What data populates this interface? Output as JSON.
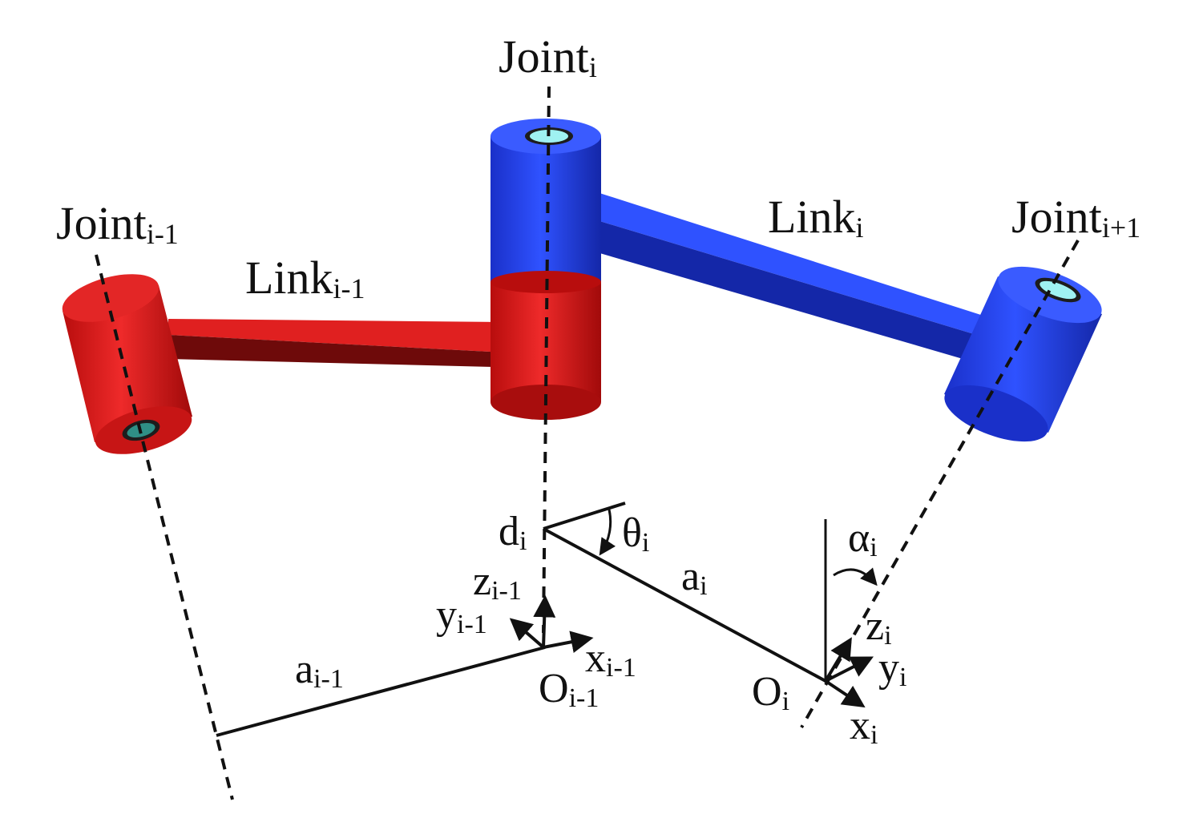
{
  "labels": {
    "joint_i": {
      "base": "Joint",
      "sub": "i"
    },
    "joint_im1": {
      "base": "Joint",
      "sub": "i-1"
    },
    "joint_ip1": {
      "base": "Joint",
      "sub": "i+1"
    },
    "link_i": {
      "base": "Link",
      "sub": "i"
    },
    "link_im1": {
      "base": "Link",
      "sub": "i-1"
    },
    "d_i": {
      "base": "d",
      "sub": "i"
    },
    "theta_i": {
      "base": "θ",
      "sub": "i"
    },
    "a_i": {
      "base": "a",
      "sub": "i"
    },
    "alpha_i": {
      "base": "α",
      "sub": "i"
    },
    "z_im1": {
      "base": "z",
      "sub": "i-1"
    },
    "y_im1": {
      "base": "y",
      "sub": "i-1"
    },
    "x_im1": {
      "base": "x",
      "sub": "i-1"
    },
    "o_im1": {
      "base": "O",
      "sub": "i-1"
    },
    "a_im1": {
      "base": "a",
      "sub": "i-1"
    },
    "z_i": {
      "base": "z",
      "sub": "i"
    },
    "y_i": {
      "base": "y",
      "sub": "i"
    },
    "x_i": {
      "base": "x",
      "sub": "i"
    },
    "o_i": {
      "base": "O",
      "sub": "i"
    }
  },
  "colors": {
    "red_link": "#d81818",
    "red_dark": "#6e0a0a",
    "blue_link": "#1f3fe6",
    "blue_dark": "#0f1f80",
    "hole_red": "#2f8f86",
    "hole_blue": "#9ff2f2",
    "line": "#111111"
  }
}
